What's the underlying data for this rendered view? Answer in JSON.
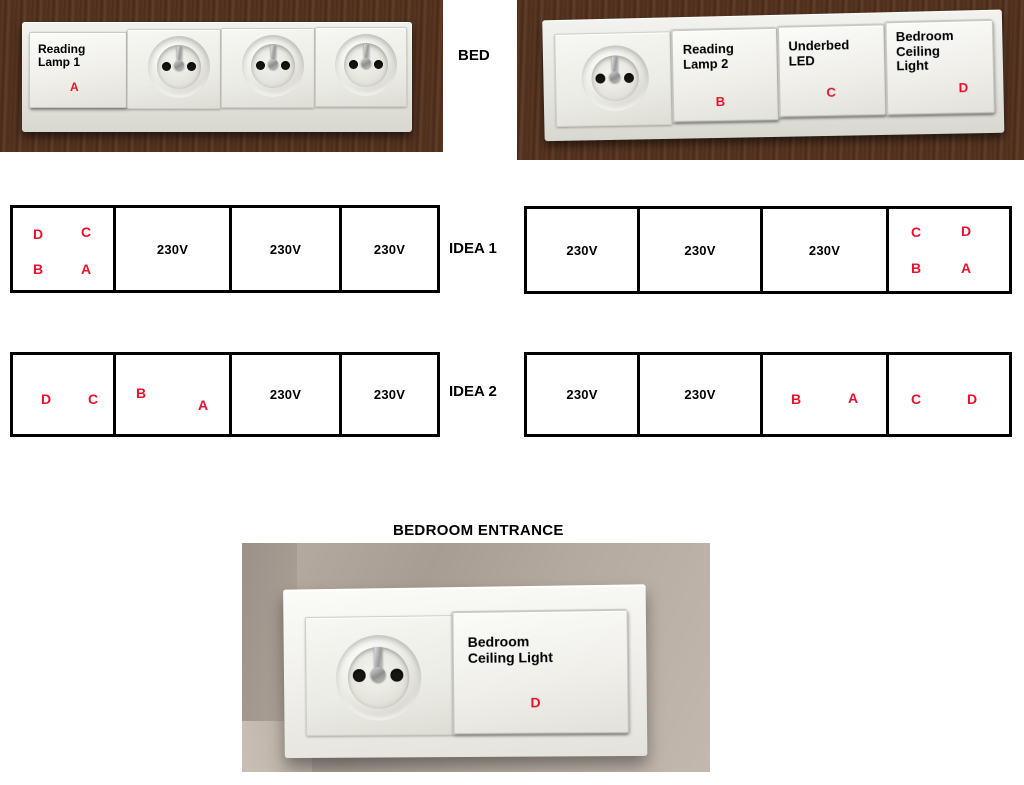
{
  "labels": {
    "bed": "BED",
    "idea1": "IDEA 1",
    "idea2": "IDEA 2",
    "bedroom_entrance": "BEDROOM ENTRANCE"
  },
  "colors": {
    "letter_red": "#e8112d",
    "line_black": "#000000",
    "plate_white": "#f0f0ea",
    "wood_brown": "#5a3722",
    "wall_beige": "#b0a59b"
  },
  "photos": {
    "bed_left": {
      "name": "BED left panel photo",
      "background": "dark wood wall",
      "modules": [
        {
          "type": "switch",
          "label_lines": [
            "Reading",
            "Lamp 1"
          ],
          "letter": "A"
        },
        {
          "type": "socket",
          "label_lines": [],
          "letter": ""
        },
        {
          "type": "socket",
          "label_lines": [],
          "letter": ""
        },
        {
          "type": "socket",
          "label_lines": [],
          "letter": ""
        }
      ]
    },
    "bed_right": {
      "name": "BED right panel photo",
      "background": "dark wood wall",
      "modules": [
        {
          "type": "socket",
          "label_lines": [],
          "letter": ""
        },
        {
          "type": "switch",
          "label_lines": [
            "Reading",
            "Lamp 2"
          ],
          "letter": "B"
        },
        {
          "type": "switch",
          "label_lines": [
            "Underbed",
            "LED"
          ],
          "letter": "C"
        },
        {
          "type": "switch",
          "label_lines": [
            "Bedroom",
            "Ceiling",
            "Light"
          ],
          "letter": "D"
        }
      ]
    },
    "entrance": {
      "name": "Bedroom entrance panel photo",
      "background": "beige wall",
      "modules": [
        {
          "type": "socket",
          "label_lines": [],
          "letter": ""
        },
        {
          "type": "switch",
          "label_lines": [
            "Bedroom",
            "Ceiling Light"
          ],
          "letter": "D"
        }
      ]
    }
  },
  "diagrams": [
    {
      "id": "idea1-left",
      "idea": "IDEA 1",
      "side": "left",
      "cells": [
        {
          "kind": "letters",
          "letters": [
            "D",
            "C",
            "B",
            "A"
          ],
          "text": ""
        },
        {
          "kind": "socket",
          "letters": [],
          "text": "230V"
        },
        {
          "kind": "socket",
          "letters": [],
          "text": "230V"
        },
        {
          "kind": "socket",
          "letters": [],
          "text": "230V"
        }
      ]
    },
    {
      "id": "idea1-right",
      "idea": "IDEA 1",
      "side": "right",
      "cells": [
        {
          "kind": "socket",
          "letters": [],
          "text": "230V"
        },
        {
          "kind": "socket",
          "letters": [],
          "text": "230V"
        },
        {
          "kind": "socket",
          "letters": [],
          "text": "230V"
        },
        {
          "kind": "letters",
          "letters": [
            "C",
            "D",
            "B",
            "A"
          ],
          "text": ""
        }
      ]
    },
    {
      "id": "idea2-left",
      "idea": "IDEA 2",
      "side": "left",
      "cells": [
        {
          "kind": "letters",
          "letters": [
            "D",
            "C"
          ],
          "text": ""
        },
        {
          "kind": "letters",
          "letters": [
            "B",
            "A"
          ],
          "text": ""
        },
        {
          "kind": "socket",
          "letters": [],
          "text": "230V"
        },
        {
          "kind": "socket",
          "letters": [],
          "text": "230V"
        }
      ]
    },
    {
      "id": "idea2-right",
      "idea": "IDEA 2",
      "side": "right",
      "cells": [
        {
          "kind": "socket",
          "letters": [],
          "text": "230V"
        },
        {
          "kind": "socket",
          "letters": [],
          "text": "230V"
        },
        {
          "kind": "letters",
          "letters": [
            "B",
            "A"
          ],
          "text": ""
        },
        {
          "kind": "letters",
          "letters": [
            "C",
            "D"
          ],
          "text": ""
        }
      ]
    }
  ],
  "text": {
    "reading_lamp_1_l1": "Reading",
    "reading_lamp_1_l2": "Lamp 1",
    "reading_lamp_1_letter": "A",
    "reading_lamp_2_l1": "Reading",
    "reading_lamp_2_l2": "Lamp 2",
    "reading_lamp_2_letter": "B",
    "underbed_l1": "Underbed",
    "underbed_l2": "LED",
    "underbed_letter": "C",
    "ceiling_l1": "Bedroom",
    "ceiling_l2": "Ceiling",
    "ceiling_l3": "Light",
    "ceiling_letter": "D",
    "entrance_l1": "Bedroom",
    "entrance_l2": "Ceiling Light",
    "entrance_letter": "D",
    "v1": "230V",
    "v2": "230V",
    "v3": "230V",
    "v4": "230V",
    "v5": "230V",
    "v6": "230V",
    "v7": "230V",
    "v8": "230V",
    "v9": "230V",
    "v10": "230V",
    "i1l_D": "D",
    "i1l_C": "C",
    "i1l_B": "B",
    "i1l_A": "A",
    "i1r_C": "C",
    "i1r_D": "D",
    "i1r_B": "B",
    "i1r_A": "A",
    "i2l_D": "D",
    "i2l_C": "C",
    "i2l_B": "B",
    "i2l_A": "A",
    "i2r_B": "B",
    "i2r_A": "A",
    "i2r_C": "C",
    "i2r_D": "D"
  }
}
